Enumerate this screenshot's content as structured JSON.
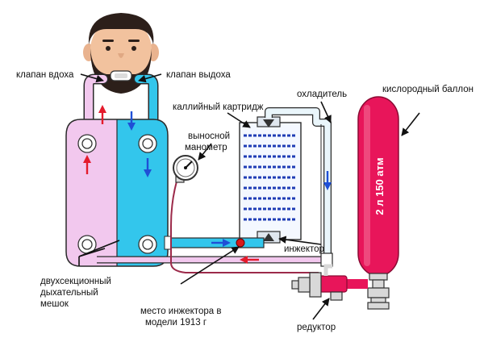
{
  "labels": {
    "inhale_valve": "клапан вдоха",
    "exhale_valve": "клапан выдоха",
    "potassium_cartridge": "каллийный картридж",
    "cooler": "охладитель",
    "oxygen_cylinder": "кислородный баллон",
    "remote_gauge_l1": "выносной",
    "remote_gauge_l2": "манометр",
    "cylinder_spec": "2 л 150 атм",
    "injector": "инжектор",
    "bag_l1": "двухсекционный",
    "bag_l2": "дыхательный",
    "bag_l3": "мешок",
    "injector_place_l1": "место инжектора в",
    "injector_place_l2": "модели 1913 г",
    "reducer": "редуктор"
  },
  "colors": {
    "inhale_section": "#f2c8ee",
    "exhale_section": "#33c6ec",
    "cylinder": "#e8155a",
    "cartridge_fill": "#1f3db5",
    "tube_outline": "#2a2a2a",
    "flow_red": "#e41b2c",
    "flow_blue": "#1f4fd6"
  },
  "icons": [
    "person-head-icon",
    "mouthpiece-icon",
    "pressure-gauge-icon",
    "valve-icon",
    "flow-arrow-icon"
  ]
}
